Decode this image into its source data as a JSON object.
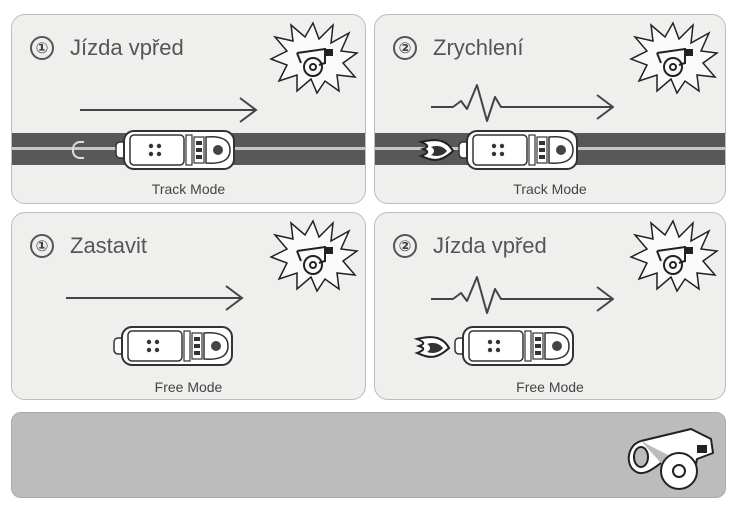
{
  "panels": [
    {
      "step": "①",
      "title": "Jízda vpřed",
      "mode": "Track Mode"
    },
    {
      "step": "②",
      "title": "Zrychlení",
      "mode": "Track Mode"
    },
    {
      "step": "①",
      "title": "Zastavit",
      "mode": "Free Mode"
    },
    {
      "step": "②",
      "title": "Jízda vpřed",
      "mode": "Free Mode"
    }
  ],
  "icons": {
    "whistle": "whistle-icon",
    "flame": "flame-icon",
    "car": "robot-car-icon"
  },
  "colors": {
    "panel_bg": "#efefed",
    "track": "#585858",
    "bottom_bar": "#bcbcbc"
  }
}
